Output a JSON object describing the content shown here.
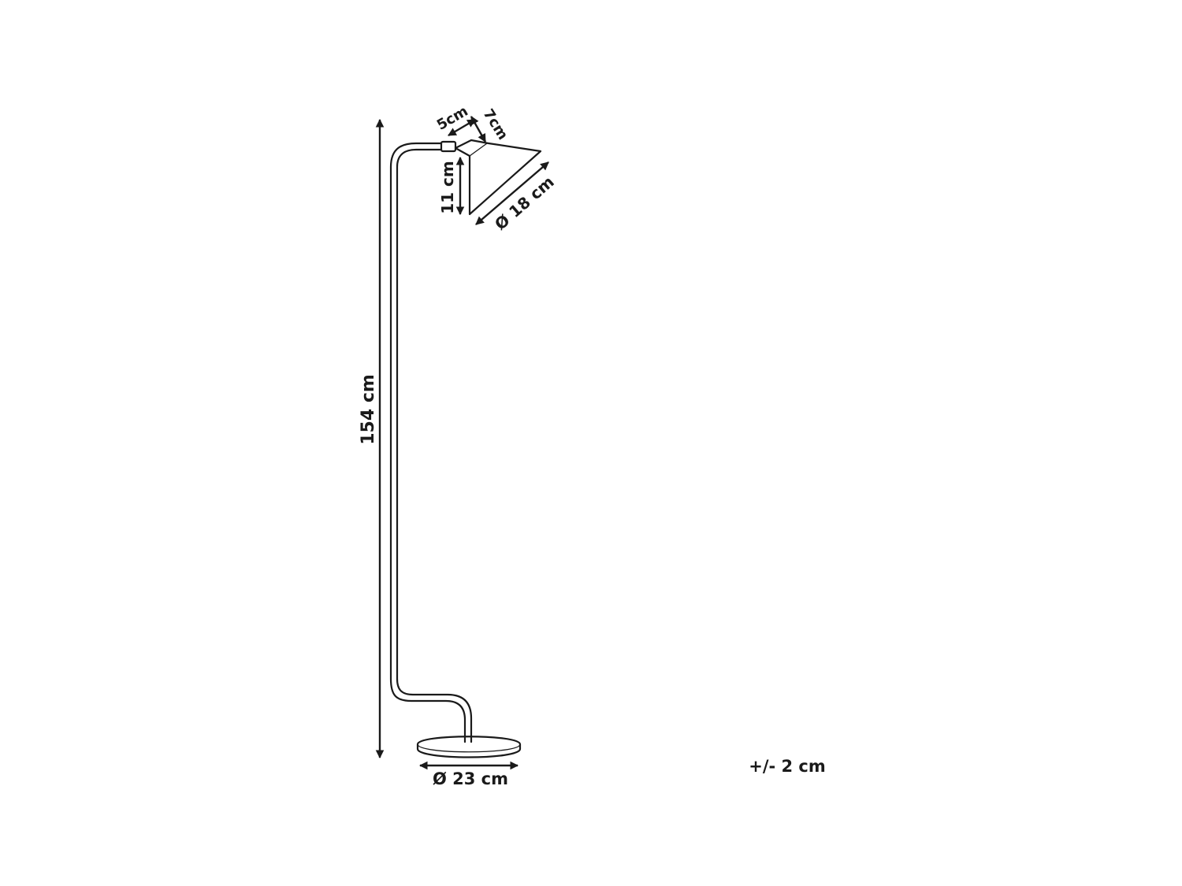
{
  "dimensions": {
    "height": "154 cm",
    "base_diameter": "Ø 23 cm",
    "shade_diameter": "Ø 18 cm",
    "shade_height": "11 cm",
    "neck_length": "5cm",
    "shade_top": "7cm",
    "tolerance": "+/- 2 cm"
  },
  "colors": {
    "line": "#1a1a1a",
    "background": "#ffffff"
  }
}
